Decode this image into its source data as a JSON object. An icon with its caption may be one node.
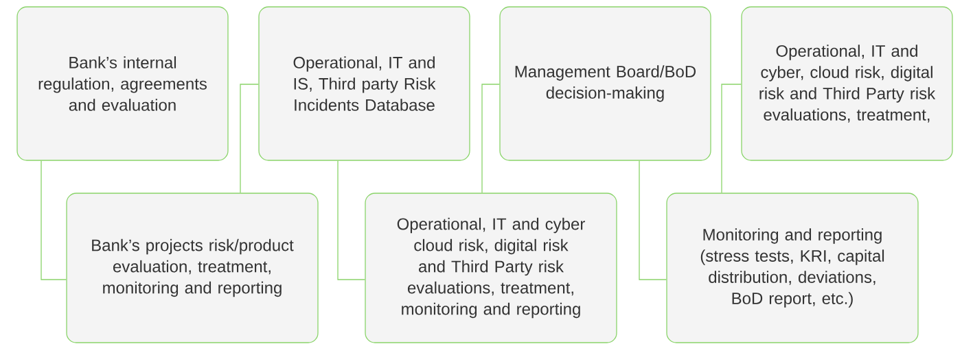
{
  "diagram": {
    "nodes": [
      {
        "text": [
          "Bank’s internal regulation, agreements and evaluation"
        ]
      },
      {
        "text": [
          "Bank’s projects risk/product evaluation, treatment, monitoring and reporting"
        ]
      },
      {
        "text": [
          "Operational, IT and IS, Third party Risk Incidents Database"
        ]
      },
      {
        "text": [
          "Operational, IT and cyber cloud risk, digital risk and Third Party risk evaluations, treatment, monitoring and reporting"
        ]
      },
      {
        "text": [
          "Management Board/BoD decision-making"
        ]
      },
      {
        "text": [
          "Monitoring and reporting (stress tests, KRI, capital distribution, deviations, BoD report, etc.)"
        ]
      },
      {
        "text": [
          "Operational, IT and cyber, cloud risk, digital risk and Third Party risk evaluations, treatment,"
        ]
      }
    ],
    "edges": [
      {
        "from": 0,
        "to": 1,
        "arrow": "none"
      },
      {
        "from": 1,
        "to": 2,
        "arrow": "none"
      },
      {
        "from": 2,
        "to": 3,
        "arrow": "none"
      },
      {
        "from": 3,
        "to": 4,
        "arrow": "none"
      },
      {
        "from": 4,
        "to": 5,
        "arrow": "none"
      },
      {
        "from": 5,
        "to": 6,
        "arrow": "none"
      }
    ]
  }
}
